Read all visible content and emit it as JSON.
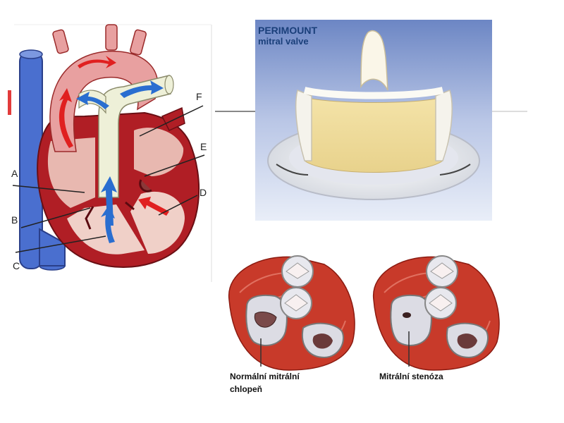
{
  "heart": {
    "labels": [
      "A",
      "B",
      "C",
      "D",
      "E",
      "F"
    ]
  },
  "valve_photo": {
    "title_line1": "PERIMOUNT",
    "title_line2": "mitral valve"
  },
  "valves": {
    "caption_normal_line1": "Normální mitrální",
    "caption_normal_line2": "chlopeň",
    "caption_stenosis": "Mitrální stenóza"
  },
  "colors": {
    "heart_wall": "#b01e25",
    "heart_inner": "#f0c8c0",
    "vessel_blue": "#4a6fcf",
    "pulmonary": "#eef0d8",
    "arrow_red": "#e02020",
    "arrow_blue": "#2a6ed0",
    "photo_bg": "#8aa0d0"
  }
}
